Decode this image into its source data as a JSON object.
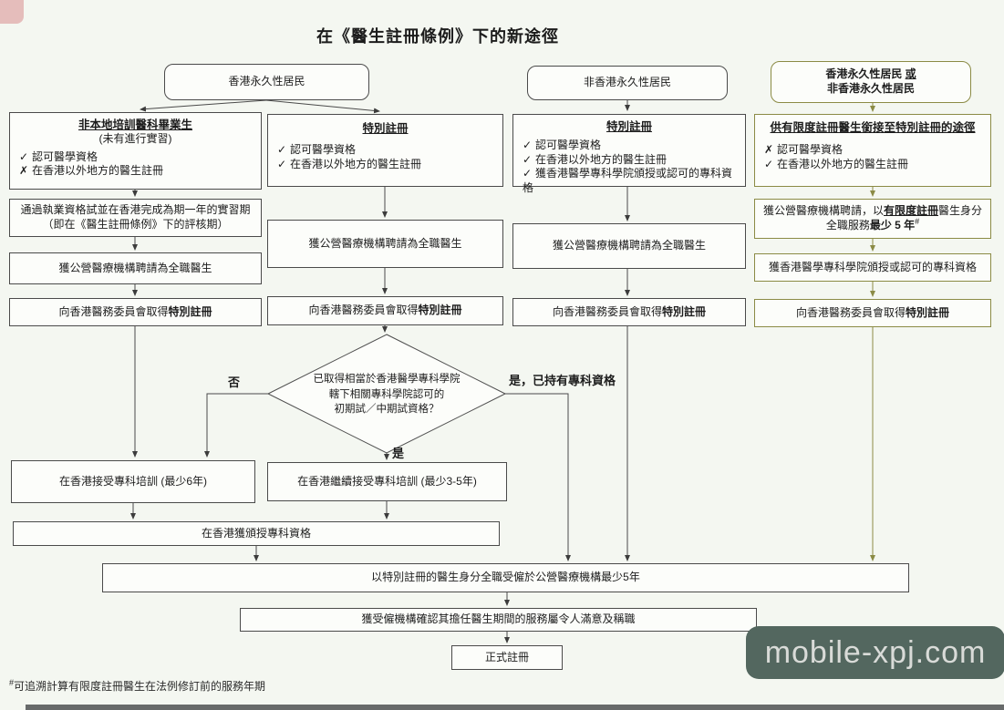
{
  "title": "在《醫生註冊條例》下的新途徑",
  "headers": {
    "hk_resident": "香港永久性居民",
    "non_hk_resident": "非香港永久性居民",
    "either_line1_prefix": "香港永久性居民 ",
    "either_line1_or": "或",
    "either_line2": "非香港永久性居民"
  },
  "col1": {
    "b1": {
      "heading": "非本地培訓醫科畢業生",
      "sub": "(未有進行實習)",
      "items": [
        {
          "mark": "✓",
          "text": "認可醫學資格"
        },
        {
          "mark": "✗",
          "text": "在香港以外地方的醫生註冊"
        }
      ]
    },
    "b2": {
      "line1": "通過執業資格試並在香港完成為期一年的實習期",
      "line2": "（即在《醫生註冊條例》下的評核期）"
    },
    "b3": {
      "text": "獲公營醫療機構聘請為全職醫生"
    },
    "b4": {
      "prefix": "向香港醫務委員會取得",
      "bold": "特別註冊"
    }
  },
  "col2": {
    "b1": {
      "heading": "特別註冊",
      "items": [
        {
          "mark": "✓",
          "text": "認可醫學資格"
        },
        {
          "mark": "✓",
          "text": "在香港以外地方的醫生註冊"
        }
      ]
    },
    "b2": {
      "text": "獲公營醫療機構聘請為全職醫生"
    },
    "b3": {
      "prefix": "向香港醫務委員會取得",
      "bold": "特別註冊"
    }
  },
  "col3": {
    "b1": {
      "heading": "特別註冊",
      "items": [
        {
          "mark": "✓",
          "text": "認可醫學資格"
        },
        {
          "mark": "✓",
          "text": "在香港以外地方的醫生註冊"
        },
        {
          "mark": "✓",
          "text": "獲香港醫學專科學院頒授或認可的專科資格"
        }
      ]
    },
    "b2": {
      "text": "獲公營醫療機構聘請為全職醫生"
    },
    "b3": {
      "prefix": "向香港醫務委員會取得",
      "bold": "特別註冊"
    }
  },
  "col4": {
    "b1": {
      "heading": "供有限度註冊醫生銜接至特別註冊的途徑",
      "items": [
        {
          "mark": "✗",
          "text": "認可醫學資格"
        },
        {
          "mark": "✓",
          "text": "在香港以外地方的醫生註冊"
        }
      ]
    },
    "b2": {
      "line1_prefix": "獲公營醫療機構聘請，以",
      "line1_bold_underline": "有限度註冊",
      "line1_suffix": "醫生身分",
      "line2_prefix": "全職服務",
      "line2_bold": "最少 5 年",
      "line2_sup": "#"
    },
    "b3": {
      "text": "獲香港醫學專科學院頒授或認可的專科資格"
    },
    "b4": {
      "prefix": "向香港醫務委員會取得",
      "bold": "特別註冊"
    }
  },
  "diamond": {
    "line1": "已取得相當於香港醫學專科學院",
    "line2": "轄下相關專科學院認可的",
    "line3": "初期試／中期試資格？"
  },
  "labels": {
    "no": "否",
    "yes": "是",
    "yes_specialist": "是，已持有專科資格"
  },
  "bottom": {
    "training_6y": "在香港接受專科培訓 (最少6年)",
    "training_3_5y": "在香港繼續接受專科培訓 (最少3-5年)",
    "awarded": "在香港獲頒授專科資格",
    "employed_5y": "以特別註冊的醫生身分全職受僱於公營醫療機構最少5年",
    "confirm": "獲受僱機構確認其擔任醫生期間的服務屬令人滿意及稱職",
    "final": "正式註冊"
  },
  "footnote": {
    "marker": "#",
    "text": "可追溯計算有限度註冊醫生在法例修訂前的服務年期"
  },
  "watermark": "mobile-xpj.com",
  "colors": {
    "line": "#4a4a4a",
    "olive_accent": "#8b8b45",
    "box_fill": "#fcfdfa",
    "background": "#f4f7f1",
    "watermark_bg": "#53675f",
    "watermark_text": "#d9dbd8"
  }
}
